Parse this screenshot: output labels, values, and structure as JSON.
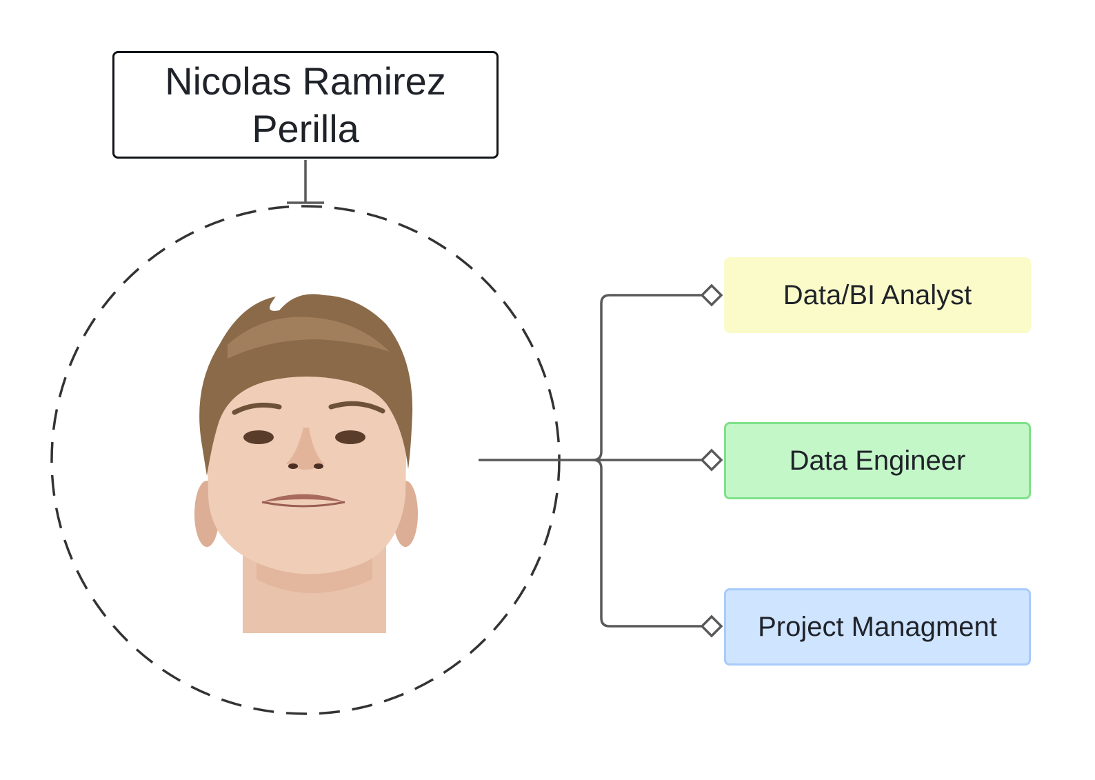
{
  "person": {
    "name": "Nicolas Ramirez Perilla",
    "photo": "portrait-photo"
  },
  "roles": [
    {
      "label": "Data/BI Analyst",
      "color": "#fbfbca"
    },
    {
      "label": "Data Engineer",
      "color": "#c3f7c8",
      "border": "#7fe089"
    },
    {
      "label": "Project Managment",
      "color": "#cfe4ff",
      "border": "#a7cbfa"
    }
  ],
  "colors": {
    "line": "#595959",
    "text": "#1f2329",
    "outline": "#111418"
  }
}
